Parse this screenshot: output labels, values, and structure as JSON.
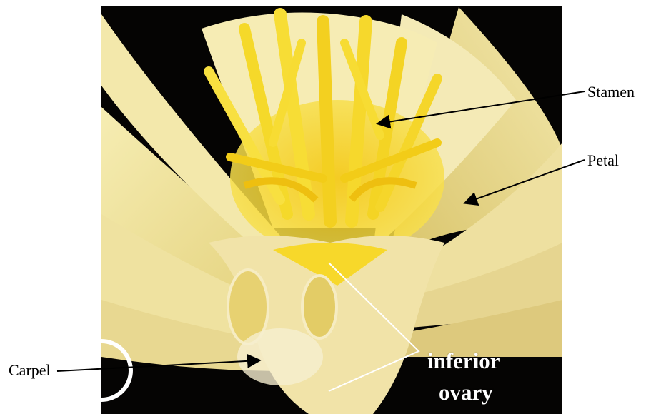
{
  "labels": {
    "stamen": "Stamen",
    "petal": "Petal",
    "carpel": "Carpel",
    "inferior": "inferior",
    "ovary": "ovary"
  },
  "colors": {
    "background": "#000000",
    "petal": "#f2e7a6",
    "stamen": "#f7d321",
    "arrow": "#000000",
    "bracket": "#ffffff"
  }
}
